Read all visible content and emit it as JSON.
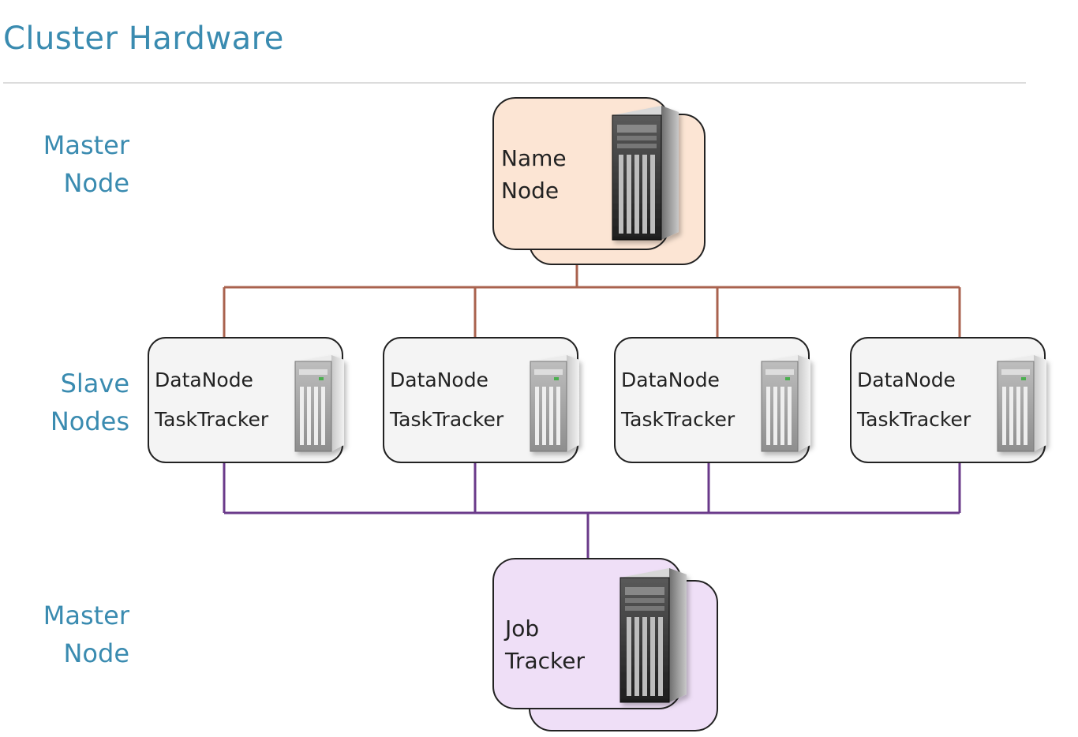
{
  "slide": {
    "title": "Cluster Hardware"
  },
  "labels": {
    "master_top": [
      "Master",
      "Node"
    ],
    "slaves": [
      "Slave",
      "Nodes"
    ],
    "master_bottom": [
      "Master",
      "Node"
    ]
  },
  "name_node": {
    "lines": [
      "Name",
      "Node"
    ],
    "fill": "#fce5d4",
    "icon": "server-tower-icon"
  },
  "slave_nodes": [
    {
      "line1": "DataNode",
      "line2": "TaskTracker"
    },
    {
      "line1": "DataNode",
      "line2": "TaskTracker"
    },
    {
      "line1": "DataNode",
      "line2": "TaskTracker"
    },
    {
      "line1": "DataNode",
      "line2": "TaskTracker"
    }
  ],
  "slave_style": {
    "fill": "#f4f4f4",
    "icon": "server-tower-icon"
  },
  "job_tracker": {
    "lines": [
      "Job",
      "Tracker"
    ],
    "fill": "#efdff7",
    "icon": "server-tower-icon"
  },
  "colors": {
    "title": "#3a8bb0",
    "upper_wire": "#a9624e",
    "lower_wire": "#6a3a8a"
  }
}
